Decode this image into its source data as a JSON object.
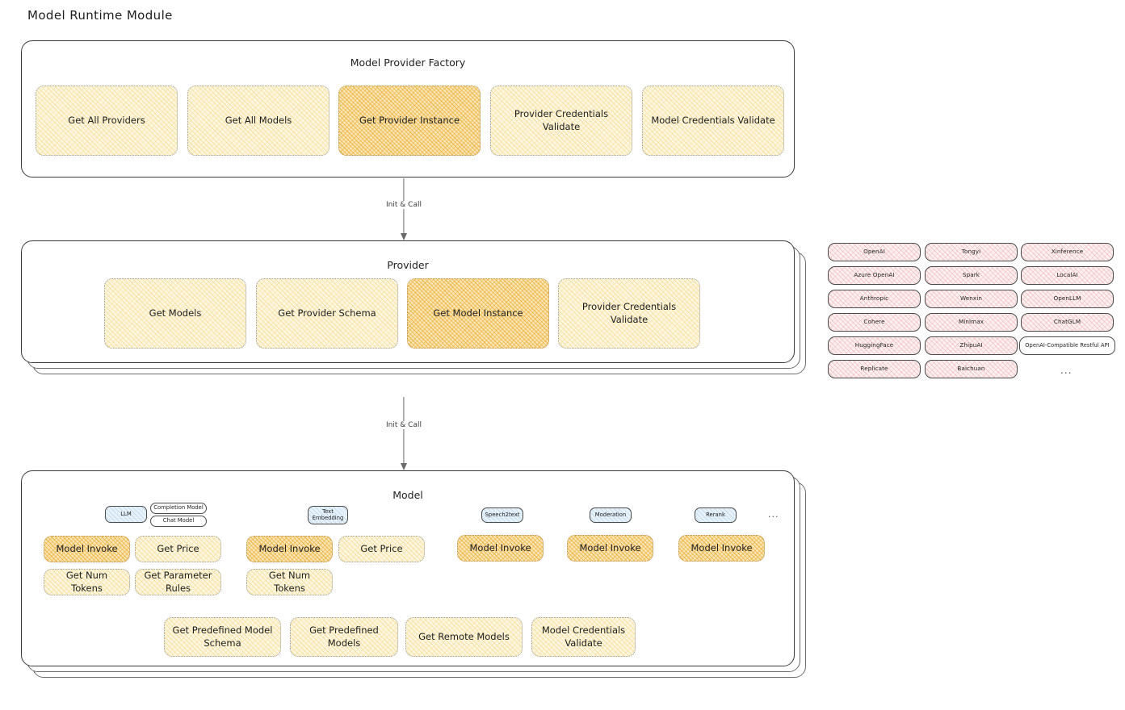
{
  "page": {
    "title": "Model Runtime Module"
  },
  "factory": {
    "title": "Model Provider Factory",
    "methods": [
      {
        "label": "Get All Providers",
        "highlighted": false
      },
      {
        "label": "Get All Models",
        "highlighted": false
      },
      {
        "label": "Get Provider Instance",
        "highlighted": true
      },
      {
        "label": "Provider Credentials Validate",
        "highlighted": false
      },
      {
        "label": "Model Credentials Validate",
        "highlighted": false
      }
    ]
  },
  "arrow_1": {
    "label": "Init & Call"
  },
  "provider": {
    "title": "Provider",
    "methods": [
      {
        "label": "Get Models",
        "highlighted": false
      },
      {
        "label": "Get Provider Schema",
        "highlighted": false
      },
      {
        "label": "Get Model Instance",
        "highlighted": true
      },
      {
        "label": "Provider Credentials Validate",
        "highlighted": false
      }
    ]
  },
  "arrow_2": {
    "label": "Init & Call"
  },
  "provider_list": {
    "columns": [
      [
        "OpenAI",
        "Azure OpenAI",
        "Anthropic",
        "Cohere",
        "HuggingFace",
        "Replicate"
      ],
      [
        "Tongyi",
        "Spark",
        "Wenxin",
        "Minimax",
        "ZhipuAI",
        "Baichuan"
      ],
      [
        "Xinference",
        "LocalAI",
        "OpenLLM",
        "ChatGLM",
        "OpenAI-Compatible Restful API"
      ]
    ],
    "more": "..."
  },
  "model": {
    "title": "Model",
    "more": "...",
    "types": [
      {
        "badge": "LLM",
        "sub_badges": [
          "Completion Model",
          "Chat Model"
        ],
        "methods": [
          "Model Invoke",
          "Get Price",
          "Get Num Tokens",
          "Get Parameter Rules"
        ]
      },
      {
        "badge": "Text Embedding",
        "sub_badges": [],
        "methods": [
          "Model Invoke",
          "Get Price",
          "Get Num Tokens"
        ]
      },
      {
        "badge": "Speech2text",
        "sub_badges": [],
        "methods": [
          "Model Invoke"
        ]
      },
      {
        "badge": "Moderation",
        "sub_badges": [],
        "methods": [
          "Model Invoke"
        ]
      },
      {
        "badge": "Rerank",
        "sub_badges": [],
        "methods": [
          "Model Invoke"
        ]
      }
    ],
    "common_methods": [
      "Get Predefined Model Schema",
      "Get Predefined Models",
      "Get Remote Models",
      "Model Credentials Validate"
    ]
  },
  "colors": {
    "highlight": "#f0c450",
    "fill_light": "#fdf6e0",
    "provider_chip": "#fdf0f0",
    "badge_blue": "#e8f2fb",
    "stroke": "#3b3b3b"
  }
}
